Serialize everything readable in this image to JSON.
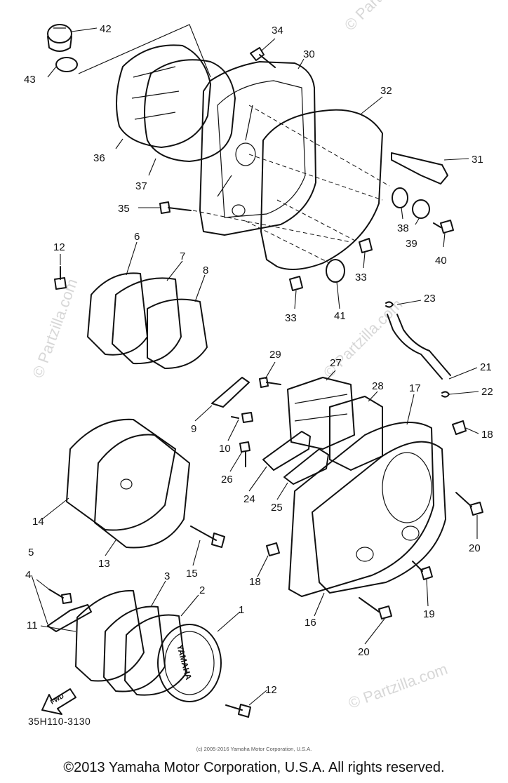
{
  "watermarks": [
    "© Partzilla.com",
    "© Partzilla.com",
    "© Partzilla.com",
    "© Partzilla.com"
  ],
  "cover_logo": "YAMAHA",
  "fwd_label": "FWD",
  "drawing_code": "35H110-3130",
  "small_copyright": "(c) 2005-2016 Yamaha Motor Corporation, U.S.A.",
  "footer_copyright": "©2013 Yamaha Motor Corporation, U.S.A. All rights reserved.",
  "callouts": [
    {
      "id": "c42",
      "text": "42"
    },
    {
      "id": "c43",
      "text": "43"
    },
    {
      "id": "c34",
      "text": "34"
    },
    {
      "id": "c30",
      "text": "30"
    },
    {
      "id": "c32",
      "text": "32"
    },
    {
      "id": "c31",
      "text": "31"
    },
    {
      "id": "c36",
      "text": "36"
    },
    {
      "id": "c37",
      "text": "37"
    },
    {
      "id": "c35",
      "text": "35"
    },
    {
      "id": "c38",
      "text": "38"
    },
    {
      "id": "c39",
      "text": "39"
    },
    {
      "id": "c40",
      "text": "40"
    },
    {
      "id": "c12a",
      "text": "12"
    },
    {
      "id": "c6",
      "text": "6"
    },
    {
      "id": "c7",
      "text": "7"
    },
    {
      "id": "c8",
      "text": "8"
    },
    {
      "id": "c33a",
      "text": "33"
    },
    {
      "id": "c33b",
      "text": "33"
    },
    {
      "id": "c41",
      "text": "41"
    },
    {
      "id": "c23",
      "text": "23"
    },
    {
      "id": "c21",
      "text": "21"
    },
    {
      "id": "c22",
      "text": "22"
    },
    {
      "id": "c29",
      "text": "29"
    },
    {
      "id": "c27",
      "text": "27"
    },
    {
      "id": "c28",
      "text": "28"
    },
    {
      "id": "c17",
      "text": "17"
    },
    {
      "id": "c18a",
      "text": "18"
    },
    {
      "id": "c9",
      "text": "9"
    },
    {
      "id": "c10",
      "text": "10"
    },
    {
      "id": "c26",
      "text": "26"
    },
    {
      "id": "c24",
      "text": "24"
    },
    {
      "id": "c25",
      "text": "25"
    },
    {
      "id": "c14",
      "text": "14"
    },
    {
      "id": "c13",
      "text": "13"
    },
    {
      "id": "c15",
      "text": "15"
    },
    {
      "id": "c18b",
      "text": "18"
    },
    {
      "id": "c20a",
      "text": "20"
    },
    {
      "id": "c5",
      "text": "5"
    },
    {
      "id": "c4",
      "text": "4"
    },
    {
      "id": "c3",
      "text": "3"
    },
    {
      "id": "c2",
      "text": "2"
    },
    {
      "id": "c1",
      "text": "1"
    },
    {
      "id": "c11",
      "text": "11"
    },
    {
      "id": "c16",
      "text": "16"
    },
    {
      "id": "c19",
      "text": "19"
    },
    {
      "id": "c20b",
      "text": "20"
    },
    {
      "id": "c12b",
      "text": "12"
    }
  ]
}
